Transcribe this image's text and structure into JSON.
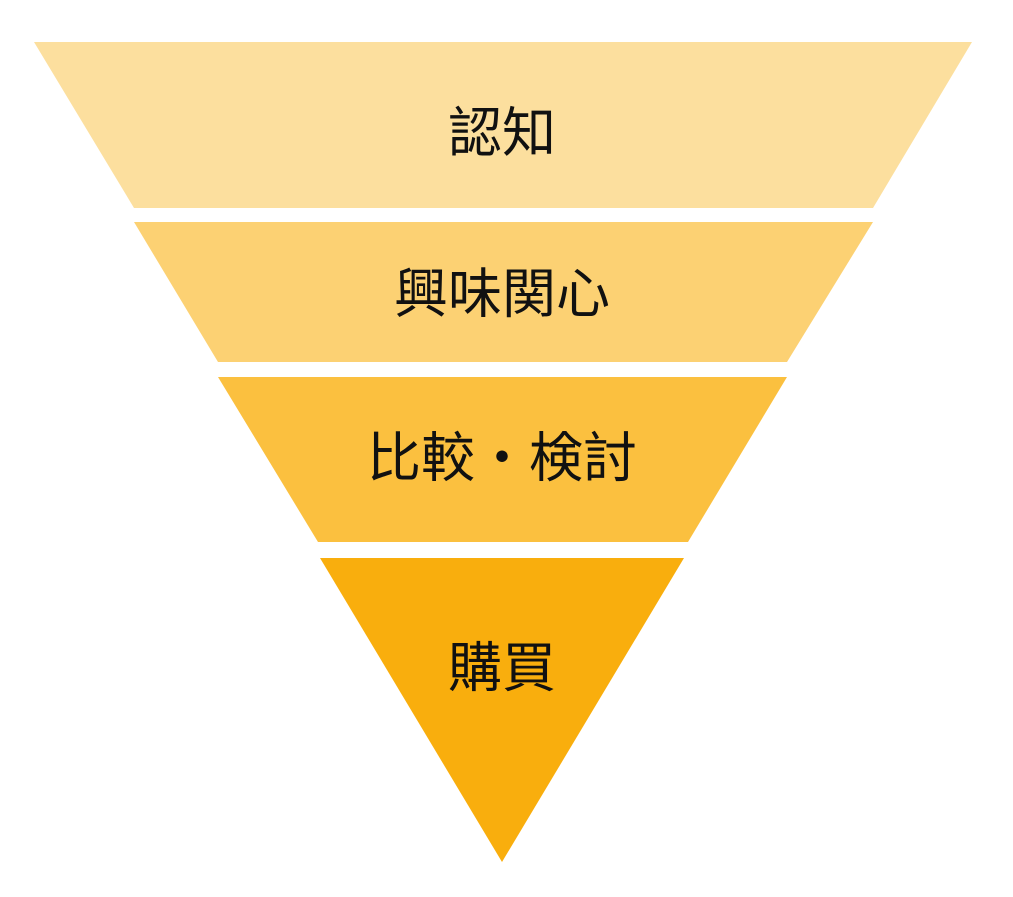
{
  "funnel": {
    "stages": [
      {
        "label": "認知",
        "color": "#FCDF9E"
      },
      {
        "label": "興味関心",
        "color": "#FCD173"
      },
      {
        "label": "比較・検討",
        "color": "#FBC03F"
      },
      {
        "label": "購買",
        "color": "#F9AE0D"
      }
    ]
  }
}
